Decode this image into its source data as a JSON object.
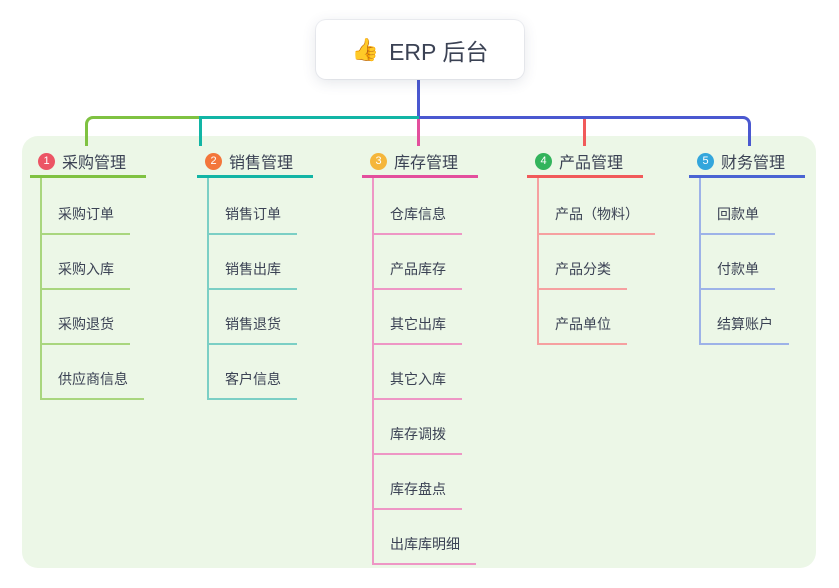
{
  "root": {
    "icon": "👍",
    "label": "ERP 后台"
  },
  "colors": {
    "canvas_bg": "#ffffff",
    "panel_bg": "#ecf7e7",
    "root_line": "#4a58d0",
    "text": "#3b4254"
  },
  "branches": [
    {
      "badge": "1",
      "label": "采购管理",
      "badge_color": "#ec5565",
      "line_color": "#7fc241",
      "child_line_color": "#a9d67e",
      "children": [
        "采购订单",
        "采购入库",
        "采购退货",
        "供应商信息"
      ]
    },
    {
      "badge": "2",
      "label": "销售管理",
      "badge_color": "#f3763b",
      "line_color": "#12b5a5",
      "child_line_color": "#7bcfc5",
      "children": [
        "销售订单",
        "销售出库",
        "销售退货",
        "客户信息"
      ]
    },
    {
      "badge": "3",
      "label": "库存管理",
      "badge_color": "#f5b63b",
      "line_color": "#e34f9d",
      "child_line_color": "#ee96c5",
      "children": [
        "仓库信息",
        "产品库存",
        "其它出库",
        "其它入库",
        "库存调拨",
        "库存盘点",
        "出库库明细"
      ]
    },
    {
      "badge": "4",
      "label": "产品管理",
      "badge_color": "#33b45c",
      "line_color": "#f15a5a",
      "child_line_color": "#f6a0a0",
      "children": [
        "产品（物料）",
        "产品分类",
        "产品单位"
      ]
    },
    {
      "badge": "5",
      "label": "财务管理",
      "badge_color": "#33a6dc",
      "line_color": "#4a64d3",
      "child_line_color": "#9db2e8",
      "children": [
        "回款单",
        "付款单",
        "结算账户"
      ]
    }
  ]
}
